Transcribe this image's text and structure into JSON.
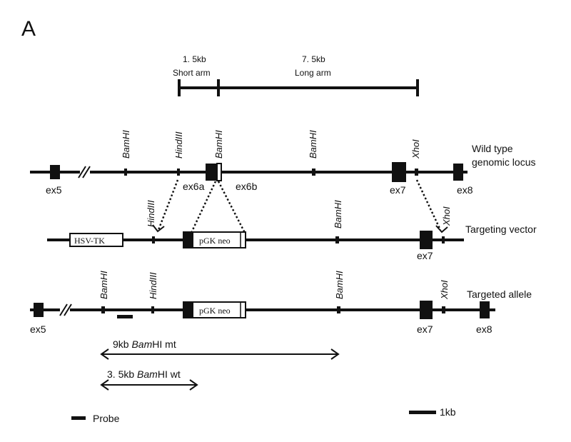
{
  "panel_label": "A",
  "arms": {
    "short_size": "1. 5kb",
    "short_name": "Short arm",
    "long_size": "7. 5kb",
    "long_name": "Long arm"
  },
  "wild_type": {
    "title_line1": "Wild type",
    "title_line2": "genomic locus",
    "sites": [
      "BamHI",
      "HindIII",
      "BamHI",
      "BamHI",
      "XhoI"
    ],
    "exons": [
      "ex5",
      "ex6a",
      "ex6b",
      "ex7",
      "ex8"
    ]
  },
  "targeting_vector": {
    "title": "Targeting vector",
    "hsv": "HSV-TK",
    "neo": "pGK neo",
    "sites": [
      "HindIII",
      "BamHI",
      "XhoI"
    ],
    "exons": [
      "ex7"
    ]
  },
  "targeted_allele": {
    "title": "Targeted allele",
    "neo": "pGK neo",
    "sites": [
      "BamHI",
      "HindIII",
      "BamHI",
      "XhoI"
    ],
    "exons": [
      "ex5",
      "ex7",
      "ex8"
    ]
  },
  "fragments": {
    "mt_size": "9kb ",
    "mt_enzyme_italic": "Bam",
    "mt_enzyme_rest": "HI mt",
    "wt_size": "3. 5kb ",
    "wt_enzyme_italic": "Bam",
    "wt_enzyme_rest": "HI wt"
  },
  "legend": {
    "probe": "Probe",
    "scale": "1kb"
  }
}
